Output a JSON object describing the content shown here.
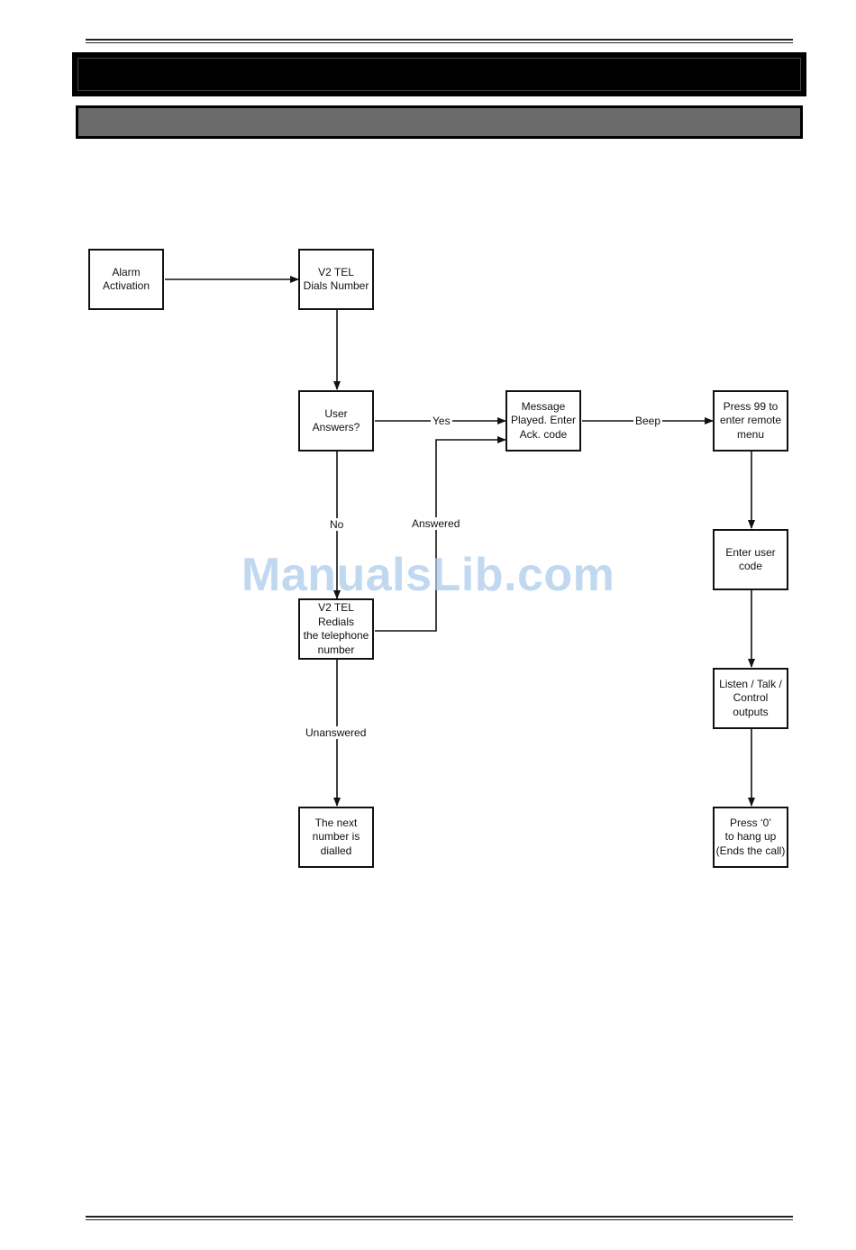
{
  "flowchart": {
    "nodes": {
      "alarm_activation": "Alarm\nActivation",
      "dials_number": "V2 TEL\nDials Number",
      "user_answers": "User\nAnswers?",
      "message_played": "Message\nPlayed. Enter\nAck. code",
      "press_99": "Press 99 to\nenter remote\nmenu",
      "enter_user_code": "Enter user\ncode",
      "listen_talk": "Listen / Talk /\nControl\noutputs",
      "press_0": "Press ‘0’\nto hang up\n(Ends the call)",
      "redials": "V2 TEL Redials\nthe telephone\nnumber",
      "next_number": "The next\nnumber is\ndialled"
    },
    "edge_labels": {
      "yes": "Yes",
      "beep": "Beep",
      "no": "No",
      "answered": "Answered",
      "unanswered": "Unanswered"
    }
  },
  "watermark": "ManualsLib.com",
  "colors": {
    "line": "#111111",
    "title_bar": "#000000",
    "subtitle_bar": "#6b6b6b",
    "watermark": "#a8c8ec"
  }
}
